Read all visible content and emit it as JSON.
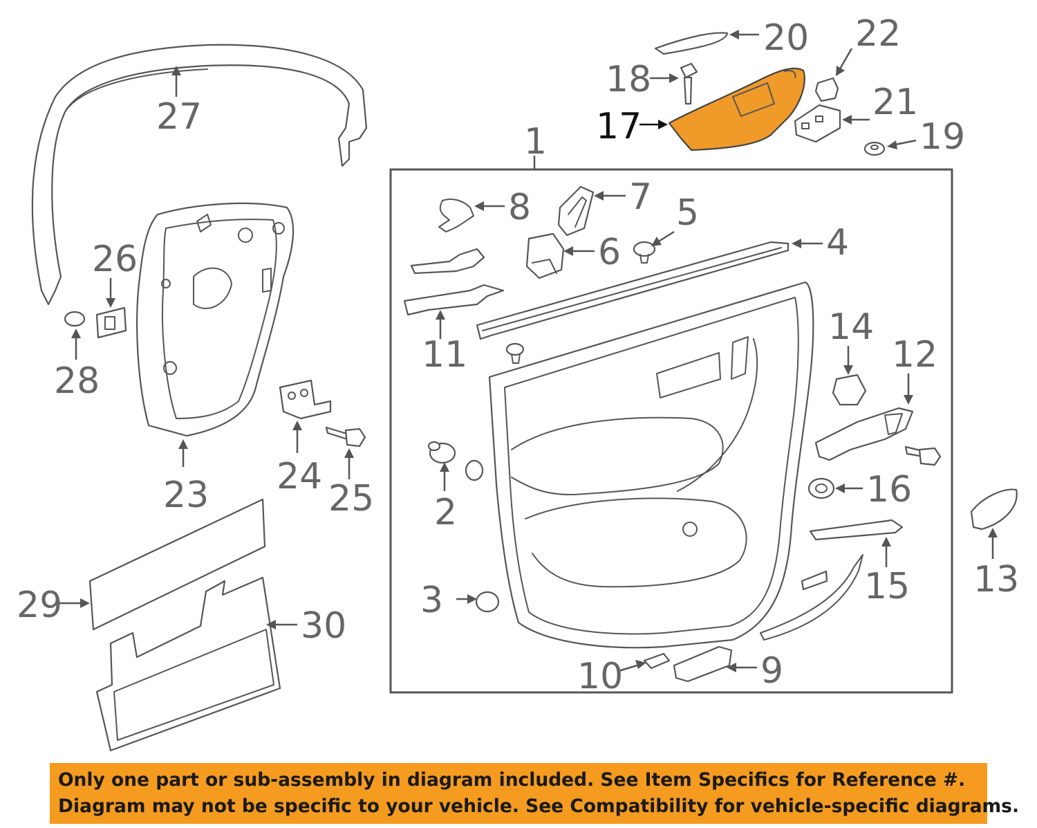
{
  "diagram": {
    "highlighted_part": "17",
    "callouts": [
      "1",
      "2",
      "3",
      "4",
      "5",
      "6",
      "7",
      "8",
      "9",
      "10",
      "11",
      "12",
      "13",
      "14",
      "15",
      "16",
      "17",
      "18",
      "19",
      "20",
      "21",
      "22",
      "23",
      "24",
      "25",
      "26",
      "27",
      "28",
      "29",
      "30"
    ],
    "highlight_color": "#f09a2a"
  },
  "banner": {
    "line1": "Only one part or sub-assembly in diagram included. See Item Specifics for Reference #.",
    "line2": "Diagram may not be specific to your vehicle. See Compatibility for vehicle-specific diagrams.",
    "background": "#f59b20"
  }
}
